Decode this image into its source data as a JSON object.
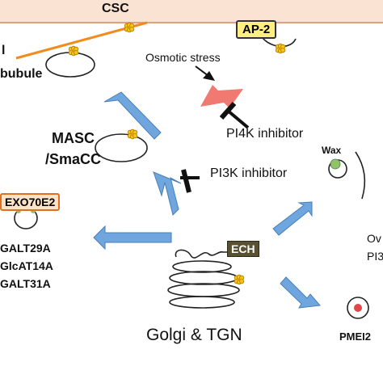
{
  "labels": {
    "csc": "CSC",
    "ap2": "AP-2",
    "microtubule_line1": "l",
    "microtubule_line2": "bubule",
    "osmotic_stress": "Osmotic stress",
    "pi4k_inhibitor": "PI4K inhibitor",
    "masc_line1": "MASC",
    "masc_line2": "/SmaCC",
    "pi3k_inhibitor": "PI3K inhibitor",
    "wax": "Wax",
    "exo70e2": "EXO70E2",
    "galt29a": "GALT29A",
    "glcat14a": "GlcAT14A",
    "galt31a": "GALT31A",
    "ech": "ECH",
    "golgi_tgn": "Golgi & TGN",
    "right_line1": "Ov",
    "right_line2": "PI3",
    "pmei2": "PMEI2"
  },
  "colors": {
    "membrane_fill": "#fbe3d3",
    "membrane_edge": "#e0a080",
    "microtubule": "#f08c1e",
    "csc_complex": "#f5c518",
    "ap2_fill": "#ffee80",
    "ech_fill": "#5a5132",
    "exo_fill": "#fde2c6",
    "exo_edge": "#e07020",
    "blue_arrow": "#6fa6de",
    "red_arrow": "#f07a72",
    "wax_drop": "#8fc36a",
    "pmei_dot": "#e0474a"
  }
}
